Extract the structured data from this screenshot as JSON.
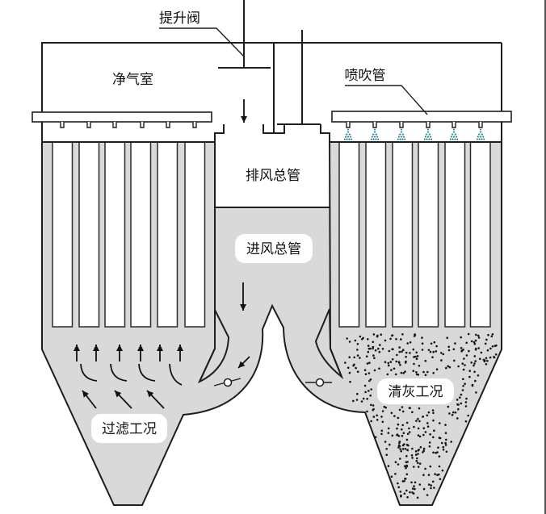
{
  "diagram": {
    "lift_valve_label": "提升阀",
    "clean_air_chamber_label": "净气室",
    "blow_pipe_label": "喷吹管",
    "exhaust_manifold_label": "排风总管",
    "inlet_manifold_label": "进风总管",
    "compartments": [
      {
        "mode_label": "过滤工况",
        "filter_bag_count": 6,
        "nozzle_count": 6,
        "pulse_jet_active": false,
        "lift_valve_open": true
      },
      {
        "mode_label": "清灰工况",
        "filter_bag_count": 6,
        "nozzle_count": 6,
        "pulse_jet_active": true,
        "lift_valve_open": false
      }
    ]
  },
  "colors": {
    "gas_fill": "#d9d9d9",
    "line": "#1e1e1e",
    "background": "#ffffff",
    "spray_dot": "#1d5e66",
    "spray_halo": "#c9edf2",
    "dust": "#151515"
  }
}
